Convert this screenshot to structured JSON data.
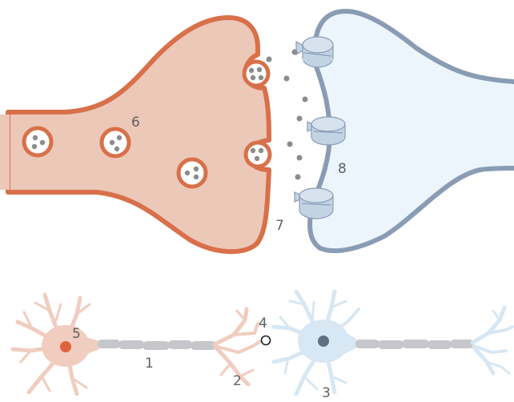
{
  "labels": {
    "l1": "1",
    "l2": "2",
    "l3": "3",
    "l4": "4",
    "l5": "5",
    "l6": "6",
    "l7": "7",
    "l8": "8"
  },
  "colors": {
    "presynaptic_fill": "#ecc8b8",
    "presynaptic_stroke": "#d8704a",
    "postsynaptic_fill": "#edf5fc",
    "postsynaptic_stroke": "#8a9cb4",
    "receptor": "#c2d3e4",
    "vesicle_fill": "#ffffff",
    "neurotransmitter": "#8c8c8c",
    "neuron_a": "#f0cdbf",
    "neuron_a_nucleus": "#e0623c",
    "neuron_b": "#d7e7f3",
    "neuron_b_nucleus": "#5f7080",
    "myelin": "#c5c7ca",
    "label_text": "#606060"
  }
}
